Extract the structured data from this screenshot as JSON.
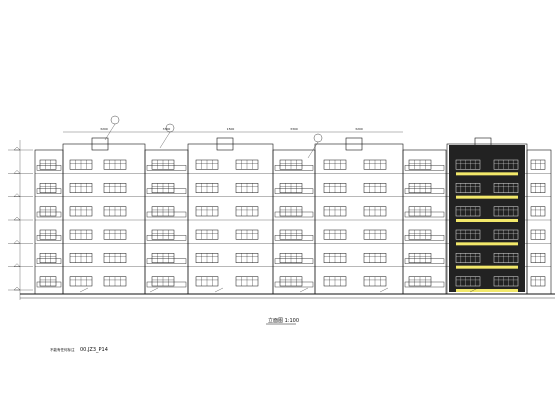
{
  "drawing": {
    "title": "立面图",
    "scale": "1:100",
    "drawing_code": "00.JZ3_P14",
    "note": "不能有任何标注",
    "colors": {
      "line": "#111111",
      "highlight_fill": "#222222",
      "window_glass": "#f2e86a",
      "background": "#ffffff"
    },
    "floors": 6,
    "dimension_labels": [
      "3200",
      "3300",
      "1500",
      "3300",
      "3200"
    ]
  }
}
